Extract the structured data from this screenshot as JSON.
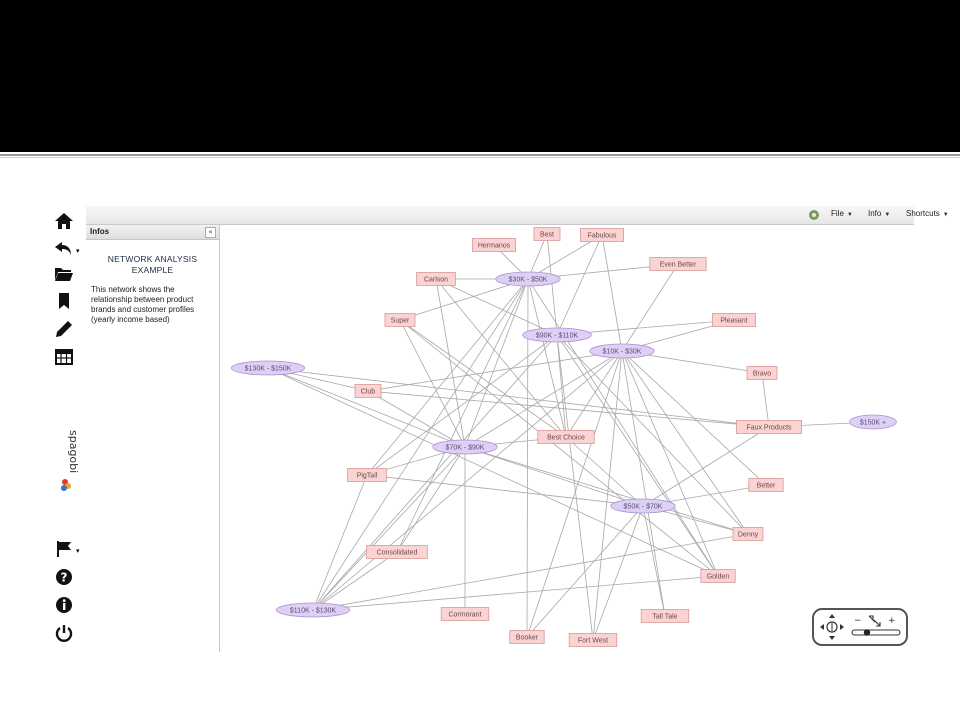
{
  "app": {
    "menus": [
      {
        "name": "file",
        "label": "File"
      },
      {
        "name": "info",
        "label": "Info"
      },
      {
        "name": "shortcuts",
        "label": "Shortcuts"
      }
    ]
  },
  "logo": {
    "text": "spagobi"
  },
  "infos": {
    "title": "Infos",
    "collapse_glyph": "«",
    "heading": "NETWORK ANALYSIS EXAMPLE",
    "description": "This network shows the relationship between product brands and customer profiles (yearly income based)"
  },
  "sidebar_icons": [
    "home-icon",
    "undo-icon",
    "folder-icon",
    "bookmark-icon",
    "pencil-icon",
    "table-icon",
    "flag-icon",
    "help-icon",
    "info-icon",
    "power-icon"
  ],
  "network": {
    "colors": {
      "product_fill": "#fbd3d3",
      "product_stroke": "#d79a9a",
      "profile_fill": "#ddd0f4",
      "profile_stroke": "#a994d6",
      "edge": "#a8a8a8"
    },
    "profiles": [
      {
        "id": "p30_50",
        "label": "$30K - $50K"
      },
      {
        "id": "p90_110",
        "label": "$90K - $110K"
      },
      {
        "id": "p10_30",
        "label": "$10K - $30K"
      },
      {
        "id": "p130_150",
        "label": "$130K - $150K"
      },
      {
        "id": "p70_90",
        "label": "$70K - $90K"
      },
      {
        "id": "p50_70",
        "label": "$50K - $70K"
      },
      {
        "id": "p110_130",
        "label": "$110K - $130K"
      },
      {
        "id": "p150",
        "label": "$150K +"
      }
    ],
    "products": [
      {
        "id": "hermanos",
        "label": "Hermanos"
      },
      {
        "id": "best",
        "label": "Best"
      },
      {
        "id": "fabulous",
        "label": "Fabulous"
      },
      {
        "id": "evenbetter",
        "label": "Even Better"
      },
      {
        "id": "carlson",
        "label": "Carlson"
      },
      {
        "id": "super",
        "label": "Super"
      },
      {
        "id": "pleasant",
        "label": "Pleasant"
      },
      {
        "id": "bravo",
        "label": "Bravo"
      },
      {
        "id": "club",
        "label": "Club"
      },
      {
        "id": "fauxproducts",
        "label": "Faux Products"
      },
      {
        "id": "bestchoice",
        "label": "Best Choice"
      },
      {
        "id": "pigtail",
        "label": "PigTail"
      },
      {
        "id": "better",
        "label": "Better"
      },
      {
        "id": "denny",
        "label": "Denny"
      },
      {
        "id": "consolidated",
        "label": "Consolidated"
      },
      {
        "id": "golden",
        "label": "Golden"
      },
      {
        "id": "cormorant",
        "label": "Cormorant"
      },
      {
        "id": "talltale",
        "label": "Tall Tale"
      },
      {
        "id": "booker",
        "label": "Booker"
      },
      {
        "id": "fortwest",
        "label": "Fort West"
      }
    ],
    "edges": [
      [
        "hermanos",
        "p30_50"
      ],
      [
        "best",
        "p30_50"
      ],
      [
        "fabulous",
        "p30_50"
      ],
      [
        "evenbetter",
        "p30_50"
      ],
      [
        "carlson",
        "p30_50"
      ],
      [
        "super",
        "p30_50"
      ],
      [
        "pigtail",
        "p30_50"
      ],
      [
        "consolidated",
        "p30_50"
      ],
      [
        "booker",
        "p30_50"
      ],
      [
        "bestchoice",
        "p30_50"
      ],
      [
        "p110_130",
        "p30_50"
      ],
      [
        "p70_90",
        "p30_50"
      ],
      [
        "golden",
        "p30_50"
      ],
      [
        "best",
        "p90_110"
      ],
      [
        "fabulous",
        "p90_110"
      ],
      [
        "carlson",
        "p90_110"
      ],
      [
        "pleasant",
        "p90_110"
      ],
      [
        "bestchoice",
        "p90_110"
      ],
      [
        "denny",
        "p90_110"
      ],
      [
        "golden",
        "p90_110"
      ],
      [
        "fortwest",
        "p90_110"
      ],
      [
        "p110_130",
        "p90_110"
      ],
      [
        "pigtail",
        "p90_110"
      ],
      [
        "fabulous",
        "p10_30"
      ],
      [
        "evenbetter",
        "p10_30"
      ],
      [
        "pleasant",
        "p10_30"
      ],
      [
        "bravo",
        "p10_30"
      ],
      [
        "bestchoice",
        "p10_30"
      ],
      [
        "p70_90",
        "p10_30"
      ],
      [
        "p110_130",
        "p10_30"
      ],
      [
        "booker",
        "p10_30"
      ],
      [
        "fortwest",
        "p10_30"
      ],
      [
        "talltale",
        "p10_30"
      ],
      [
        "denny",
        "p10_30"
      ],
      [
        "golden",
        "p10_30"
      ],
      [
        "club",
        "p10_30"
      ],
      [
        "better",
        "p10_30"
      ],
      [
        "p130_150",
        "club"
      ],
      [
        "p130_150",
        "fauxproducts"
      ],
      [
        "p130_150",
        "p70_90"
      ],
      [
        "p130_150",
        "golden"
      ],
      [
        "carlson",
        "p70_90"
      ],
      [
        "super",
        "p70_90"
      ],
      [
        "club",
        "p70_90"
      ],
      [
        "bestchoice",
        "p70_90"
      ],
      [
        "pigtail",
        "p70_90"
      ],
      [
        "consolidated",
        "p70_90"
      ],
      [
        "p110_130",
        "p70_90"
      ],
      [
        "cormorant",
        "p70_90"
      ],
      [
        "denny",
        "p70_90"
      ],
      [
        "bestchoice",
        "p50_70"
      ],
      [
        "pigtail",
        "p50_70"
      ],
      [
        "better",
        "p50_70"
      ],
      [
        "denny",
        "p50_70"
      ],
      [
        "talltale",
        "p50_70"
      ],
      [
        "booker",
        "p50_70"
      ],
      [
        "fortwest",
        "p50_70"
      ],
      [
        "p70_90",
        "p50_70"
      ],
      [
        "fauxproducts",
        "p50_70"
      ],
      [
        "consolidated",
        "p110_130"
      ],
      [
        "golden",
        "p110_130"
      ],
      [
        "denny",
        "p110_130"
      ],
      [
        "pigtail",
        "p110_130"
      ],
      [
        "fauxproducts",
        "p150"
      ],
      [
        "club",
        "fauxproducts"
      ],
      [
        "super",
        "golden"
      ],
      [
        "bravo",
        "fauxproducts"
      ],
      [
        "carlson",
        "bestchoice"
      ],
      [
        "super",
        "bestchoice"
      ]
    ]
  }
}
